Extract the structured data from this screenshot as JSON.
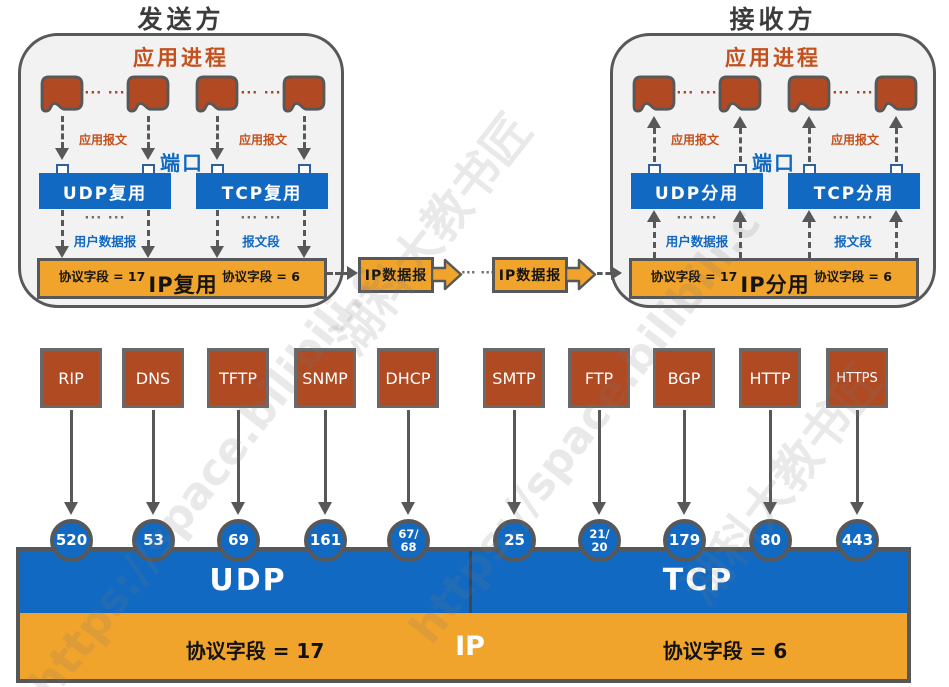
{
  "sender": {
    "title": "发送方",
    "app_process": "应用进程",
    "app_msg": "应用报文",
    "port": "端口",
    "dots": "··· ···",
    "udp": "UDP复用",
    "tcp": "TCP复用",
    "udp_pdu": "用户数据报",
    "tcp_pdu": "报文段",
    "proto17": "协议字段 = 17",
    "ip": "IP复用",
    "proto6": "协议字段 = 6"
  },
  "receiver": {
    "title": "接收方",
    "app_process": "应用进程",
    "app_msg": "应用报文",
    "port": "端口",
    "dots": "··· ···",
    "udp": "UDP分用",
    "tcp": "TCP分用",
    "udp_pdu": "用户数据报",
    "tcp_pdu": "报文段",
    "proto17": "协议字段 = 17",
    "ip": "IP分用",
    "proto6": "协议字段 = 6"
  },
  "link": {
    "dgram": "IP数据报",
    "dots": "··· ···"
  },
  "app_protocols": [
    {
      "name": "RIP",
      "port": "520",
      "port2": ""
    },
    {
      "name": "DNS",
      "port": "53",
      "port2": ""
    },
    {
      "name": "TFTP",
      "port": "69",
      "port2": ""
    },
    {
      "name": "SNMP",
      "port": "161",
      "port2": ""
    },
    {
      "name": "DHCP",
      "port": "67/",
      "port2": "68"
    },
    {
      "name": "SMTP",
      "port": "25",
      "port2": ""
    },
    {
      "name": "FTP",
      "port": "21/",
      "port2": "20"
    },
    {
      "name": "BGP",
      "port": "179",
      "port2": ""
    },
    {
      "name": "HTTP",
      "port": "80",
      "port2": ""
    },
    {
      "name": "HTTPS",
      "port": "443",
      "port2": ""
    }
  ],
  "transport": {
    "udp": "UDP",
    "tcp": "TCP"
  },
  "network": {
    "proto17": "协议字段 = 17",
    "ip": "IP",
    "proto6": "协议字段 = 6"
  },
  "watermark": {
    "brand": "湖科大教书匠",
    "url": "https://space.bilibili.c"
  },
  "colors": {
    "blue": "#1269c2",
    "orange": "#f1a42b",
    "rust_red": "#b04a22",
    "border_gray": "#57585a",
    "label_red": "#c3511d"
  }
}
